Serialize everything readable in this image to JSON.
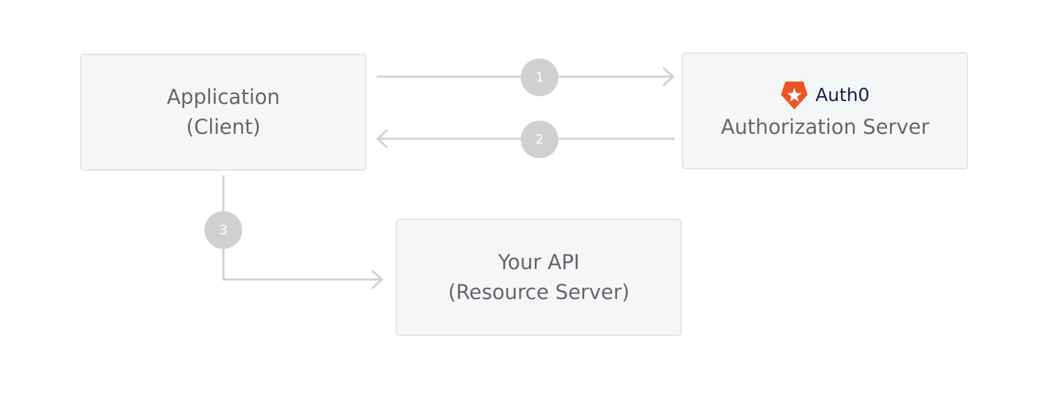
{
  "nodes": {
    "application": {
      "line1": "Application",
      "line2": "(Client)"
    },
    "authorization": {
      "brand": "Auth0",
      "line1": "Authorization Server"
    },
    "api": {
      "line1": "Your API",
      "line2": "(Resource Server)"
    }
  },
  "steps": [
    "1",
    "2",
    "3"
  ],
  "icons": {
    "logo": "auth0-shield-icon"
  },
  "colors": {
    "box_fill": "#f5f6f8",
    "box_border": "#e3e4e6",
    "text": "#65666a",
    "arrow": "#d0d1d3",
    "step_circle": "#cfd0d2",
    "brand_orange": "#eb5424",
    "brand_navy": "#16214d"
  }
}
